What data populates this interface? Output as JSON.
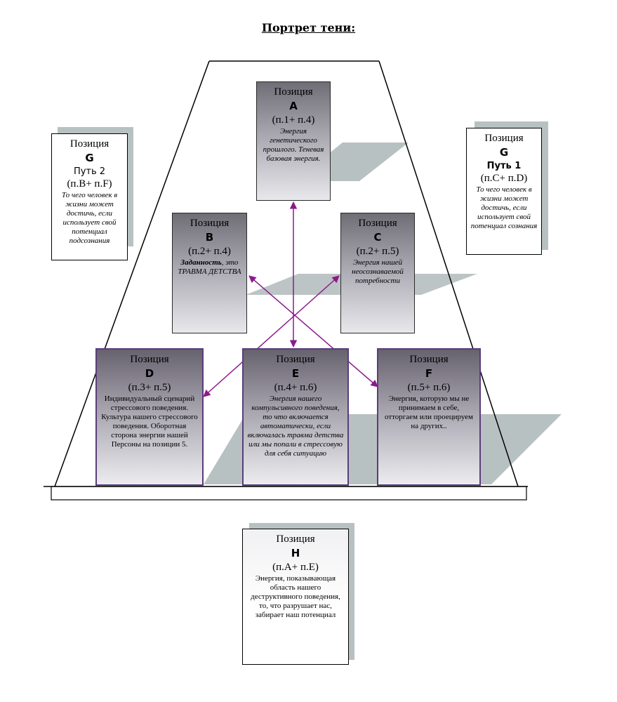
{
  "title": "Портрет тени:",
  "boxes": {
    "a": {
      "pos": "Позиция",
      "letter": "A",
      "formula": "(п.1+ п.4)",
      "desc": "Энергия генетического прошлого. Теневая базовая энергия."
    },
    "b": {
      "pos": "Позиция",
      "letter": "B",
      "formula": "(п.2+ п.4)",
      "desc_bold": "Заданность",
      "desc": ", это ТРАВМА ДЕТСТВА"
    },
    "c": {
      "pos": "Позиция",
      "letter": "C",
      "formula": "(п.2+ п.5)",
      "desc": "Энергия нашей неосознаваемой потребности"
    },
    "d": {
      "pos": "Позиция",
      "letter": "D",
      "formula": "(п.3+ п.5)",
      "desc": "Индивидуальный сценарий стрессового поведения. Культура нашего стрессового поведения. Оборотная сторона энергии нашей Персоны на позиции 5."
    },
    "e": {
      "pos": "Позиция",
      "letter": "E",
      "formula": "(п.4+ п.6)",
      "desc": "Энергия нашего компульсивного поведения, то что включается автоматически, если включалась травма детства или мы попали в стрессовую для себя ситуацию"
    },
    "f": {
      "pos": "Позиция",
      "letter": "F",
      "formula": "(п.5+ п.6)",
      "desc": "Энергия, которую мы не принимаем в себе, отторгаем или проецируем на других.."
    },
    "g_left": {
      "pos": "Позиция",
      "letter": "G",
      "path": "Путь 2",
      "formula": "(п.B+ п.F)",
      "desc": "То чего человек в жизни может достичь, если использует свой потенциал подсознания"
    },
    "g_right": {
      "pos": "Позиция",
      "letter": "G",
      "path": "Путь 1",
      "formula": "(п.C+ п.D)",
      "desc": "То чего человек в жизни может достичь, если использует свой потенциал сознания"
    },
    "h": {
      "pos": "Позиция",
      "letter": "H",
      "formula": "(п.A+ п.E)",
      "desc": "Энергия, показывающая область нашего деструктивного поведения, то, что разрушает нас, забирает наш  потенциал"
    }
  },
  "colors": {
    "arrow": "#8b1a8b",
    "border_purple": "#5a3d7a",
    "shade": "#b8c1c2"
  }
}
